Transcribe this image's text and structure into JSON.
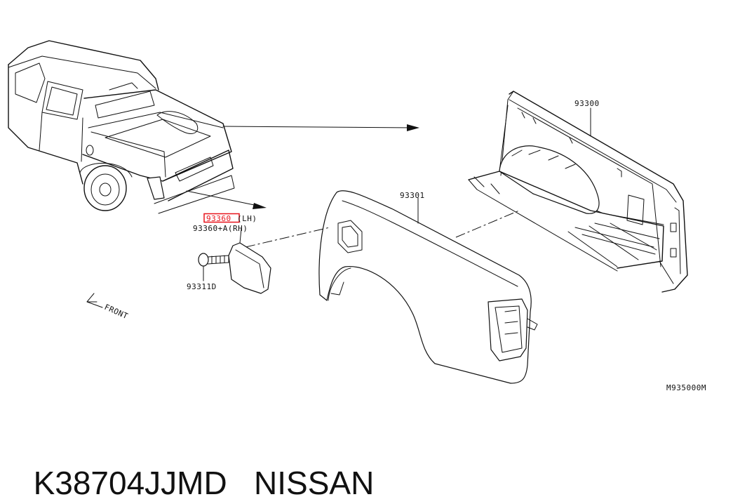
{
  "callouts": {
    "part_93300": "93300",
    "part_93301": "93301",
    "part_93360_lh_number": "93360",
    "part_93360_lh_suffix": "(LH)",
    "part_93360_rh": "93360+A(RH)",
    "part_93311d": "93311D",
    "front_label": "FRONT",
    "diagram_code": "M935000M"
  },
  "highlight": {
    "part": "93360",
    "color": "#e8141c"
  },
  "footer": {
    "part_number": "K38704JJMD",
    "brand": "NISSAN"
  }
}
